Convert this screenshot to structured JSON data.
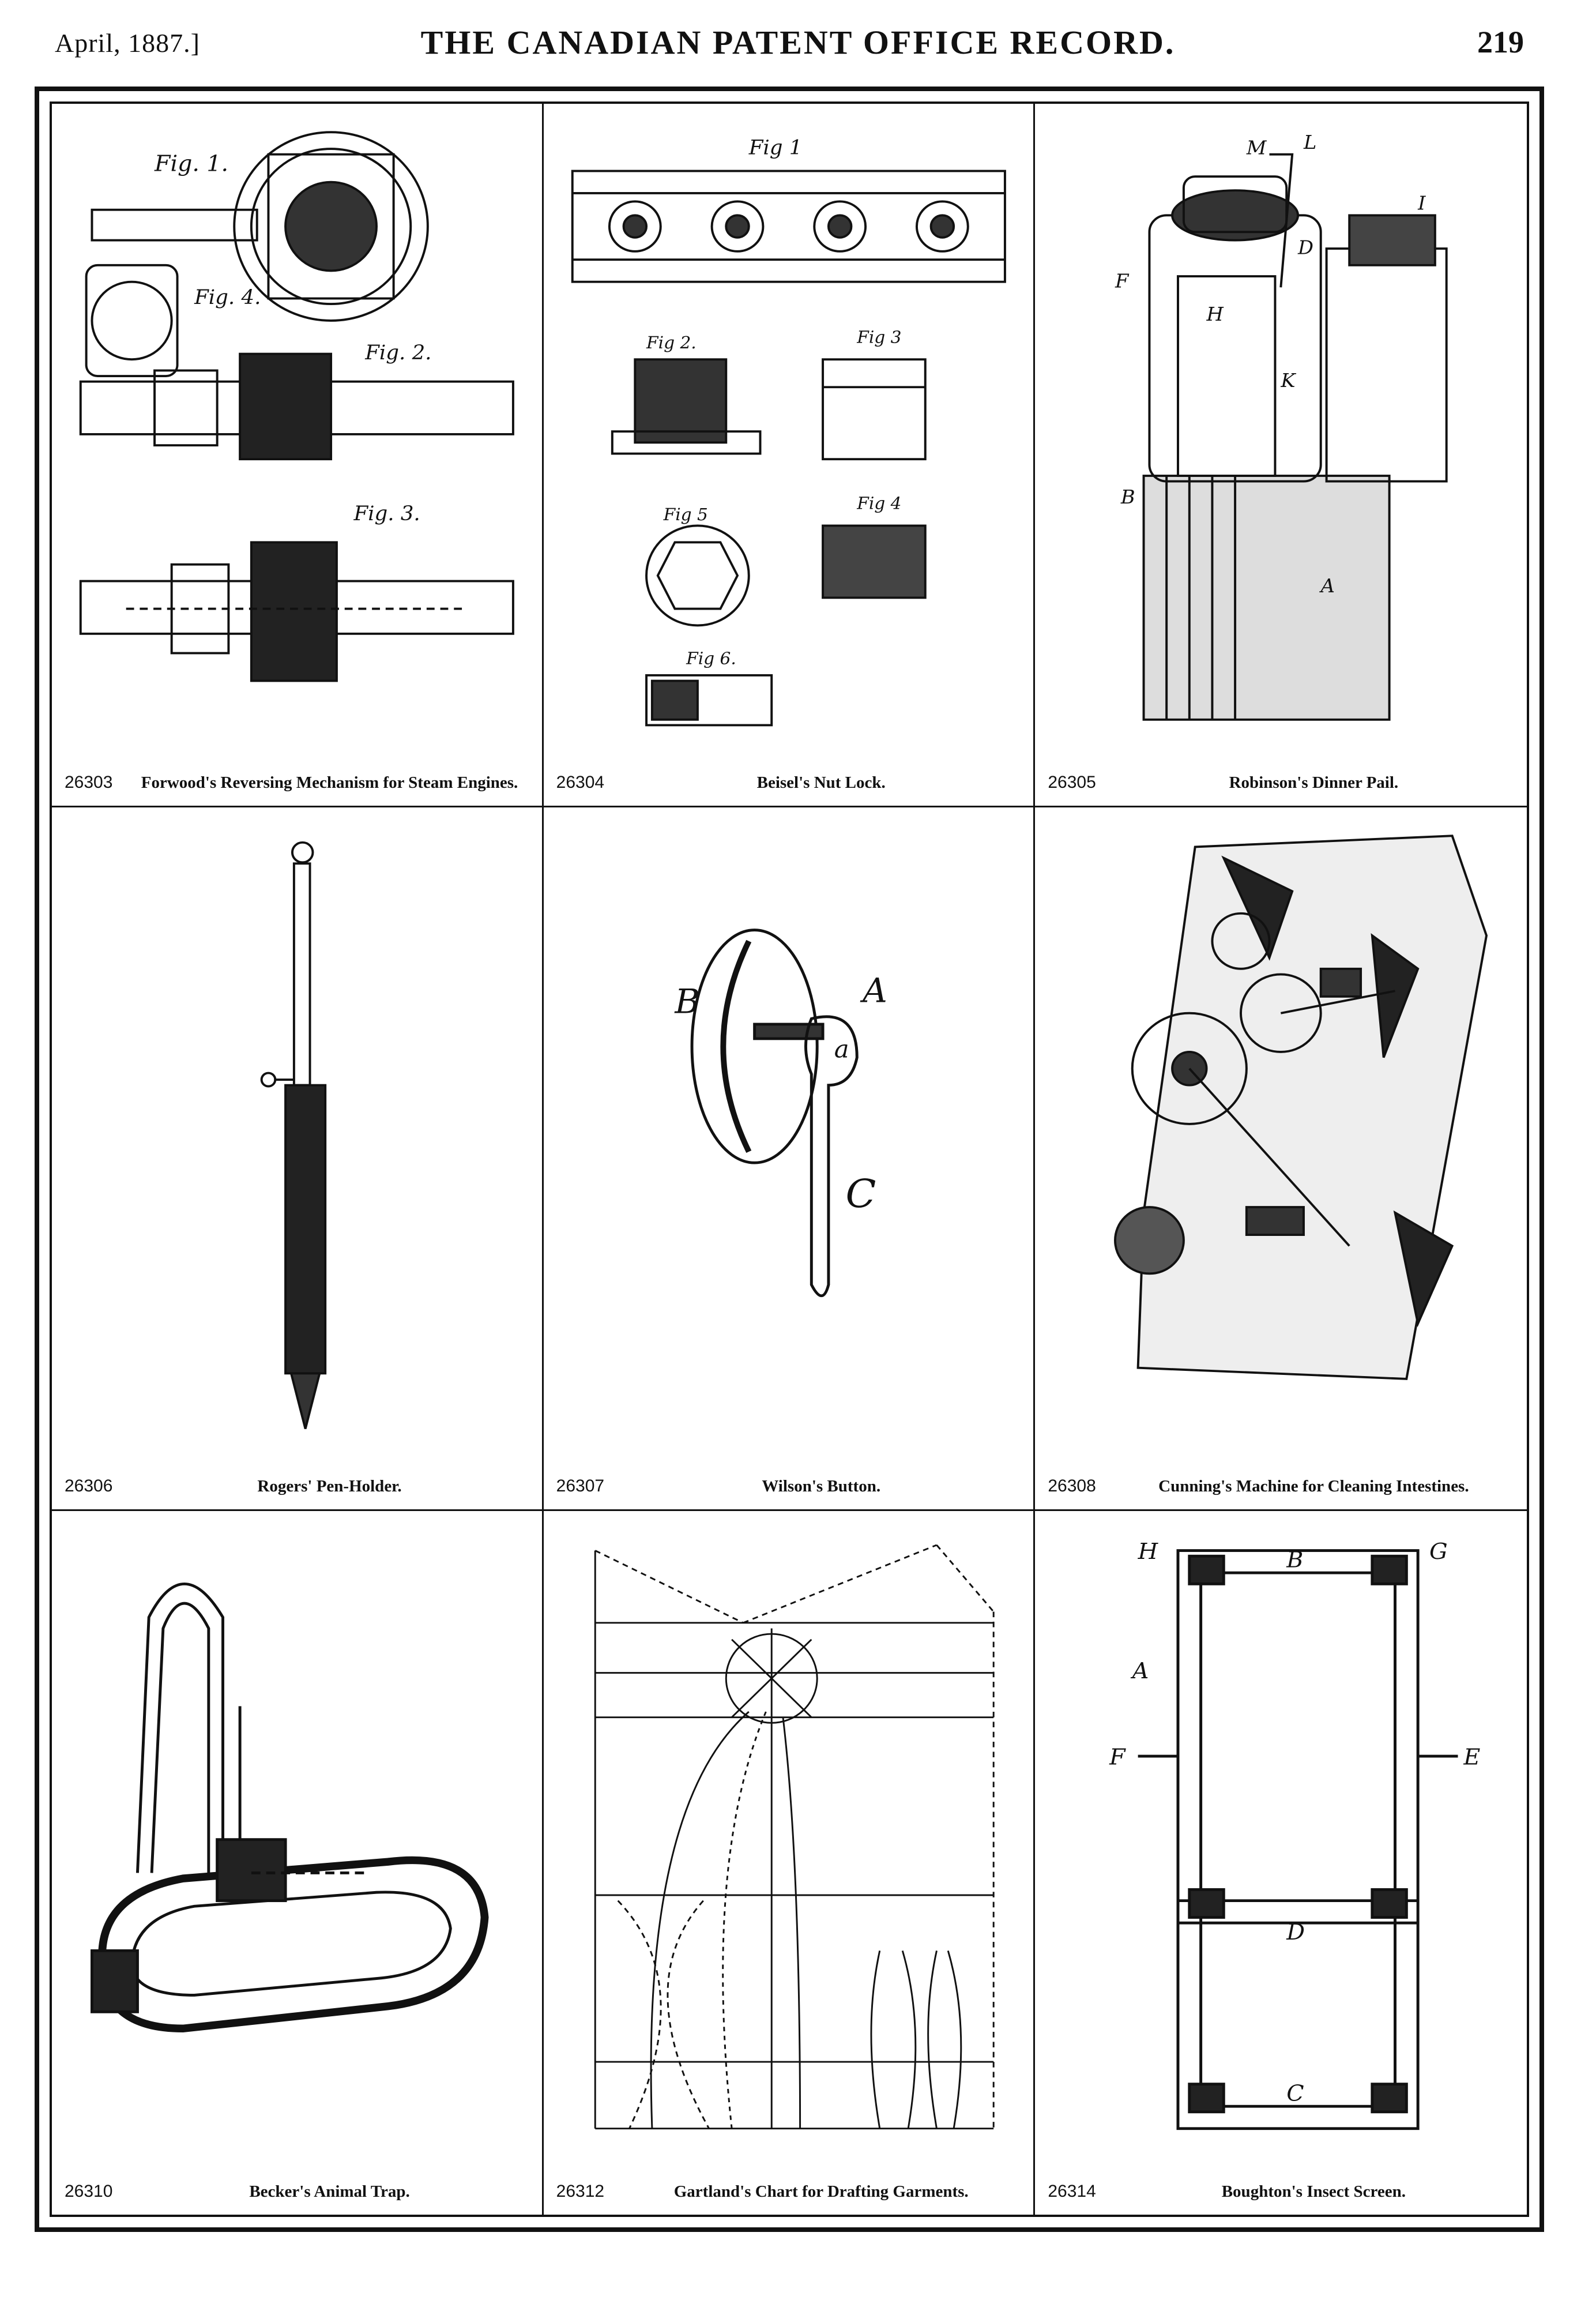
{
  "header": {
    "date": "April, 1887.]",
    "title": "THE CANADIAN PATENT OFFICE RECORD.",
    "page_number": "219"
  },
  "patents": [
    {
      "number": "26303",
      "title": "Forwood's Reversing Mechanism for Steam Engines.",
      "figure_labels": [
        "Fig. 1.",
        "Fig. 2.",
        "Fig. 3.",
        "Fig. 4."
      ]
    },
    {
      "number": "26304",
      "title": "Beisel's Nut Lock.",
      "figure_labels": [
        "Fig 1",
        "Fig 2.",
        "Fig 3",
        "Fig 4",
        "Fig 5",
        "Fig 6."
      ]
    },
    {
      "number": "26305",
      "title": "Robinson's Dinner Pail.",
      "figure_labels": [
        "M",
        "L",
        "F",
        "I",
        "A",
        "D",
        "H",
        "K",
        "B"
      ]
    },
    {
      "number": "26306",
      "title": "Rogers' Pen-Holder.",
      "figure_labels": []
    },
    {
      "number": "26307",
      "title": "Wilson's Button.",
      "figure_labels": [
        "A",
        "B",
        "C",
        "a"
      ]
    },
    {
      "number": "26308",
      "title": "Cunning's Machine for Cleaning Intestines.",
      "figure_labels": []
    },
    {
      "number": "26310",
      "title": "Becker's Animal Trap.",
      "figure_labels": []
    },
    {
      "number": "26312",
      "title": "Gartland's Chart for Drafting Garments.",
      "figure_labels": []
    },
    {
      "number": "26314",
      "title": "Boughton's Insect Screen.",
      "figure_labels": [
        "H",
        "G",
        "B",
        "A",
        "F",
        "E",
        "D",
        "C"
      ]
    }
  ]
}
